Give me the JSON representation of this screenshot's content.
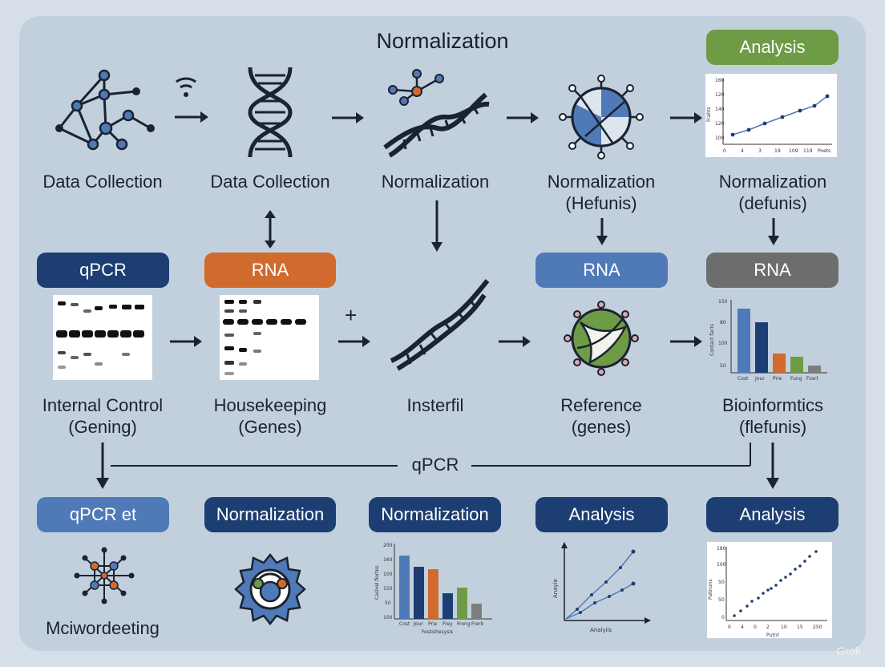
{
  "title": "Normalization",
  "row1": {
    "labels": [
      "Data Collection",
      "Data Collection",
      "Normalization",
      "Normalization\n(Hefunis)",
      "Normalization\n(defunis)"
    ],
    "analysis_pill": "Analysis"
  },
  "row2": {
    "pills": [
      "qPCR",
      "RNA",
      "RNA",
      "RNA"
    ],
    "labels": [
      "Internal Control\n(Gening)",
      "Housekeeping\n(Genes)",
      "Insterfil",
      "Reference\n(genes)",
      "Bioinformtics\n(flefunis)"
    ],
    "plus_sign": "+"
  },
  "connector_label": "qPCR",
  "row3": {
    "pills": [
      "qPCR et",
      "Normalization",
      "Normalization",
      "Analysis",
      "Analysis"
    ],
    "label": "Mciwordeeting"
  },
  "mini_charts": {
    "top_line": {
      "y_ticks": [
        "160",
        "120",
        "140",
        "120",
        "100"
      ],
      "x_ticks": [
        "0",
        "4",
        "3",
        "19",
        "109",
        "119",
        "Poets"
      ],
      "ylabel": "Frahts"
    },
    "mid_bar": {
      "y_ticks": [
        "150",
        "80",
        "100",
        "50"
      ],
      "x_ticks": [
        "Cost",
        "Jour",
        "Prie",
        "Fung",
        "Fosrt"
      ],
      "ylabel": "Contact facts",
      "colors": [
        "#4f7ab7",
        "#1c3e72",
        "#d06a2d",
        "#6e9b45",
        "#7d7d7d"
      ]
    },
    "bottom_bar": {
      "y_ticks": [
        "200",
        "160",
        "100",
        "150",
        "50",
        "100"
      ],
      "x_ticks": [
        "Cost",
        "Jour",
        "Prie",
        "Frey",
        "Frong",
        "Frerb"
      ],
      "ylabel": "Caslvel fiortes",
      "xlabel": "Festishesysis",
      "colors": [
        "#4f7ab7",
        "#1c3e72",
        "#d06a2d",
        "#1c3e72",
        "#6e9b45",
        "#7d7d7d"
      ]
    },
    "bottom_line": {
      "ylabel": "Anayie",
      "xlabel": "Analyiis"
    },
    "bottom_scatter": {
      "y_ticks": [
        "180",
        "100",
        "50",
        "50",
        "0"
      ],
      "x_ticks": [
        "0",
        "4",
        "0",
        "2",
        "10",
        "15",
        "250"
      ],
      "ylabel": "Paltnons",
      "xlabel": "Putnt"
    }
  },
  "watermark": "Grok"
}
